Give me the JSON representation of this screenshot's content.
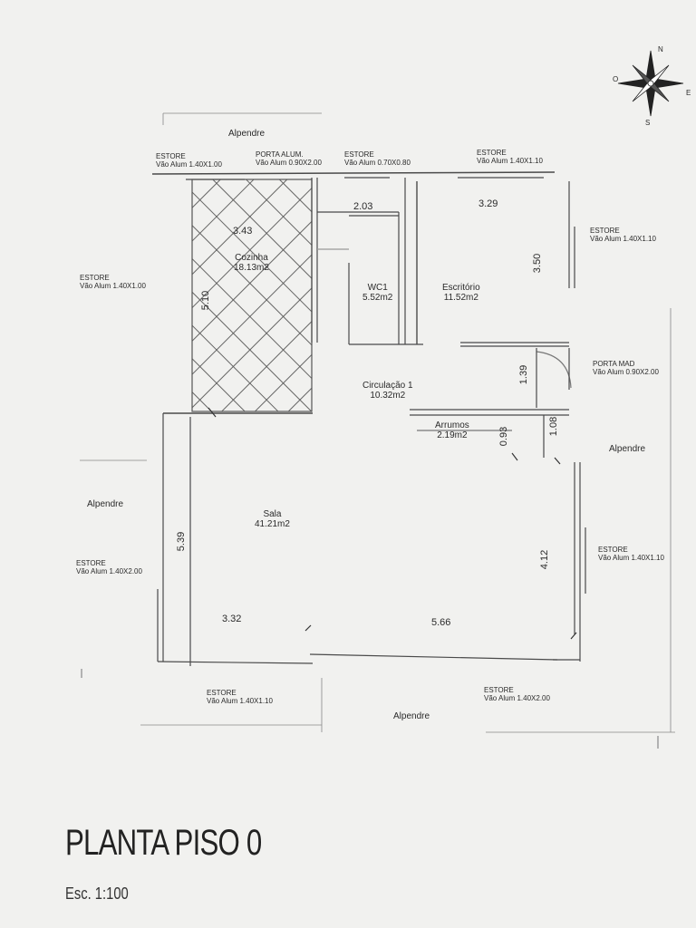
{
  "title": "PLANTA PISO 0",
  "scale": "Esc. 1:100",
  "compass": {
    "n": "N",
    "s": "S",
    "e": "E",
    "o": "O"
  },
  "porches": {
    "top": "Alpendre",
    "left": "Alpendre",
    "right": "Alpendre",
    "bottom": "Alpendre"
  },
  "rooms": {
    "cozinha": {
      "name": "Cozinha",
      "area": "18.13m2"
    },
    "wc1": {
      "name": "WC1",
      "area": "5.52m2"
    },
    "escritorio": {
      "name": "Escritório",
      "area": "11.52m2"
    },
    "circulacao": {
      "name": "Circulação 1",
      "area": "10.32m2"
    },
    "arrumos": {
      "name": "Arrumos",
      "area": "2.19m2"
    },
    "sala": {
      "name": "Sala",
      "area": "41.21m2"
    }
  },
  "dimensions": {
    "d343": "3.43",
    "d510": "5.10",
    "d203": "2.03",
    "d329": "3.29",
    "d350": "3.50",
    "d139": "1.39",
    "d093": "0.93",
    "d108": "1.08",
    "d539": "5.39",
    "d412": "4.12",
    "d332": "3.32",
    "d566": "5.66"
  },
  "openings": {
    "top_estore_1": {
      "type": "ESTORE",
      "spec": "Vão Alum 1.40X1.00"
    },
    "top_porta": {
      "type": "PORTA ALUM.",
      "spec": "Vão Alum 0.90X2.00"
    },
    "top_estore_2": {
      "type": "ESTORE",
      "spec": "Vão Alum 0.70X0.80"
    },
    "top_estore_3": {
      "type": "ESTORE",
      "spec": "Vão Alum 1.40X1.10"
    },
    "left_estore_1": {
      "type": "ESTORE",
      "spec": "Vão Alum 1.40X1.00"
    },
    "left_estore_2": {
      "type": "ESTORE",
      "spec": "Vão Alum 1.40X2.00"
    },
    "right_estore_1": {
      "type": "ESTORE",
      "spec": "Vão Alum 1.40X1.10"
    },
    "right_porta": {
      "type": "PORTA MAD",
      "spec": "Vão Alum 0.90X2.00"
    },
    "right_estore_2": {
      "type": "ESTORE",
      "spec": "Vão Alum 1.40X1.10"
    },
    "bottom_estore_1": {
      "type": "ESTORE",
      "spec": "Vão Alum 1.40X1.10"
    },
    "bottom_estore_2": {
      "type": "ESTORE",
      "spec": "Vão Alum 1.40X2.00"
    }
  }
}
